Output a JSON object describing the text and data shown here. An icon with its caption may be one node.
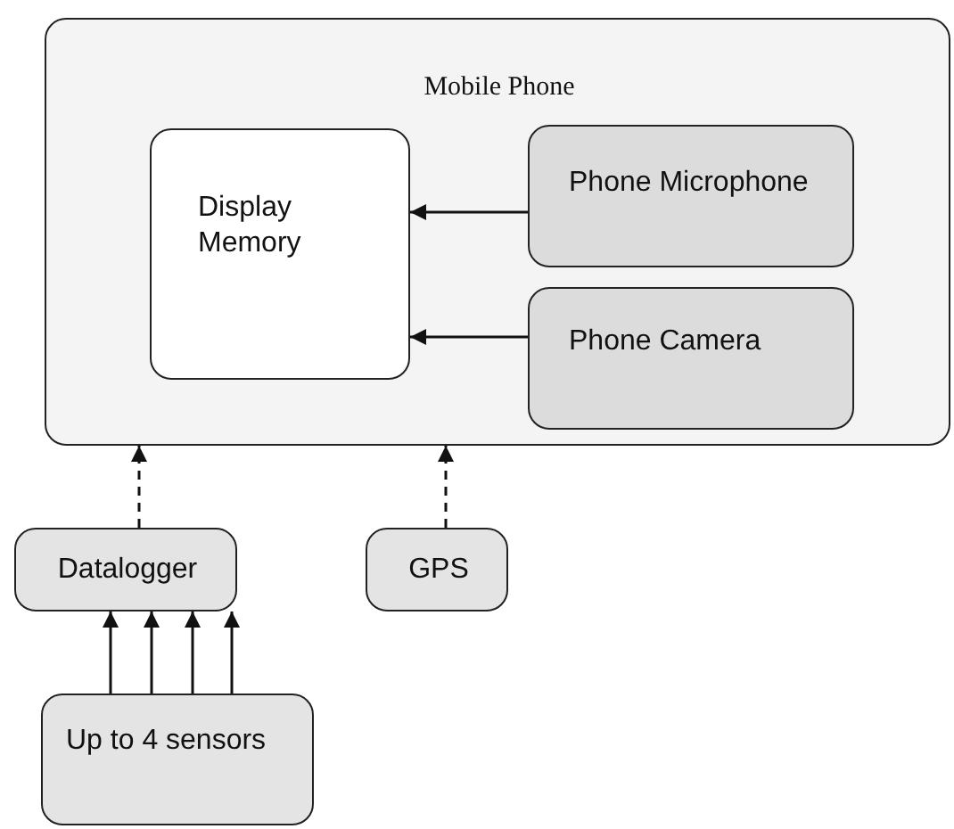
{
  "diagram": {
    "nodes": [
      {
        "text": [
          "Mobile Phone"
        ]
      },
      {
        "text": [
          "Display Memory"
        ],
        "in": 0
      },
      {
        "text": [
          "Phone Microphone"
        ],
        "in": 0
      },
      {
        "text": [
          "Phone Camera"
        ],
        "in": 0
      },
      {
        "text": [
          "Datalogger"
        ]
      },
      {
        "text": [
          "GPS"
        ]
      },
      {
        "text": [
          "Up to 4 sensors"
        ]
      }
    ],
    "edges": [
      {
        "from": 2,
        "to": 1,
        "arrow": "to"
      },
      {
        "from": 3,
        "to": 1,
        "arrow": "to"
      },
      {
        "from": 4,
        "to": 0,
        "arrow": "to",
        "style": "dashed"
      },
      {
        "from": 5,
        "to": 0,
        "arrow": "to",
        "style": "dashed"
      },
      {
        "from": 6,
        "to": 4,
        "arrow": "to"
      },
      {
        "from": 6,
        "to": 4,
        "arrow": "to"
      },
      {
        "from": 6,
        "to": 4,
        "arrow": "to"
      },
      {
        "from": 6,
        "to": 4,
        "arrow": "to"
      }
    ]
  }
}
